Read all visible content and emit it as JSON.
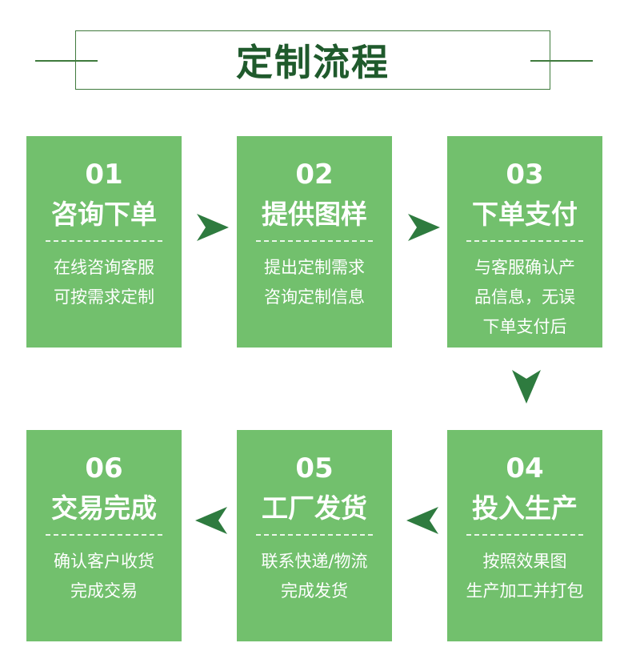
{
  "title": "定制流程",
  "steps": [
    {
      "num": "01",
      "name": "咨询下单",
      "desc": "在线咨询客服\n可按需求定制"
    },
    {
      "num": "02",
      "name": "提供图样",
      "desc": "提出定制需求\n咨询定制信息"
    },
    {
      "num": "03",
      "name": "下单支付",
      "desc": "与客服确认产\n品信息，无误\n下单支付后"
    },
    {
      "num": "04",
      "name": "投入生产",
      "desc": "按照效果图\n生产加工并打包"
    },
    {
      "num": "05",
      "name": "工厂发货",
      "desc": "联系快递/物流\n完成发货"
    },
    {
      "num": "06",
      "name": "交易完成",
      "desc": "确认客户收货\n完成交易"
    }
  ],
  "colors": {
    "card": "#72c06d",
    "title": "#1f5a2c",
    "arrow": "#2e7b3f",
    "frame": "#3f7a3d"
  },
  "arrows": [
    "arrow-right-icon",
    "arrow-right-icon",
    "arrow-down-icon",
    "arrow-left-icon",
    "arrow-left-icon"
  ]
}
